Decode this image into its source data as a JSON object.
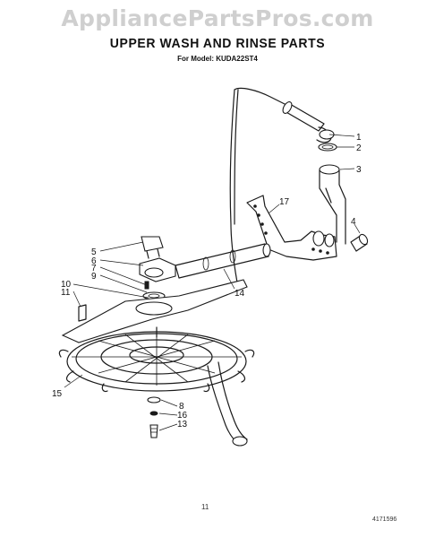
{
  "header": {
    "watermark": "AppliancePartsPros.com",
    "title": "UPPER WASH AND RINSE PARTS",
    "subtitle": "For Model: KUDA22ST4"
  },
  "callouts": [
    {
      "id": "c1",
      "label": "1"
    },
    {
      "id": "c2",
      "label": "2"
    },
    {
      "id": "c3",
      "label": "3"
    },
    {
      "id": "c4",
      "label": "4"
    },
    {
      "id": "c5",
      "label": "5"
    },
    {
      "id": "c6",
      "label": "6"
    },
    {
      "id": "c7",
      "label": "7"
    },
    {
      "id": "c9",
      "label": "9"
    },
    {
      "id": "c10",
      "label": "10"
    },
    {
      "id": "c11",
      "label": "11"
    },
    {
      "id": "c14",
      "label": "14"
    },
    {
      "id": "c15",
      "label": "15"
    },
    {
      "id": "c17",
      "label": "17"
    },
    {
      "id": "c8",
      "label": "8"
    },
    {
      "id": "c16",
      "label": "16"
    },
    {
      "id": "c13",
      "label": "13"
    }
  ],
  "footer": {
    "page_number": "11",
    "reference_number": "4171596"
  }
}
